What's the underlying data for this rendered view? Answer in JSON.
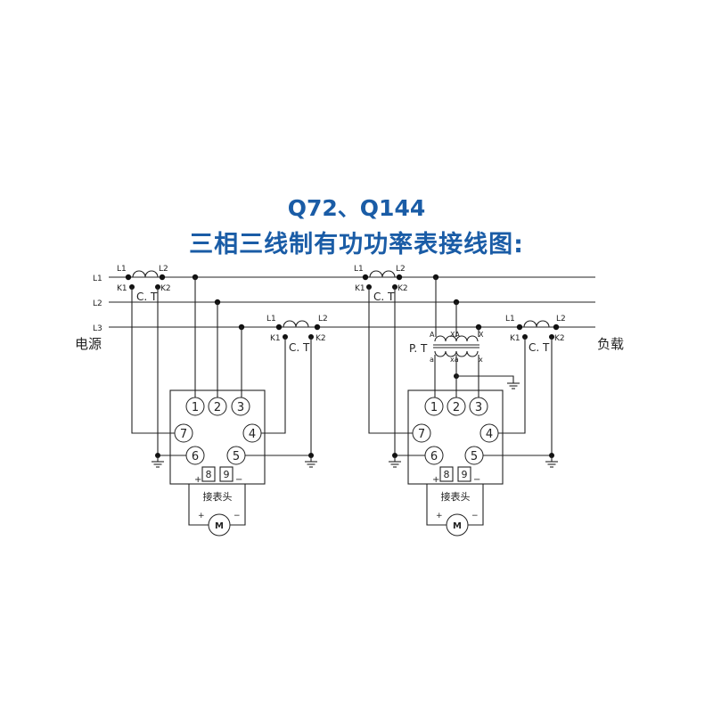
{
  "title": {
    "line1": "Q72、Q144",
    "line2": "三相三线制有功功率表接线图:"
  },
  "lines": {
    "l1": "L1",
    "l2": "L2",
    "l3": "L3"
  },
  "side_labels": {
    "source": "电源",
    "load": "负载"
  },
  "ct": {
    "label": "C. T",
    "l1": "L1",
    "l2": "L2",
    "k1": "K1",
    "k2": "K2"
  },
  "pt": {
    "label": "P. T",
    "A": "A",
    "X": "X",
    "a": "a",
    "x": "x",
    "xa": "xa",
    "Xa": "XA"
  },
  "terminals": [
    "1",
    "2",
    "3",
    "4",
    "5",
    "6",
    "7"
  ],
  "aux": {
    "t8": "8",
    "t9": "9",
    "plus": "+",
    "minus": "−",
    "connector": "接表头",
    "meter": "M"
  }
}
